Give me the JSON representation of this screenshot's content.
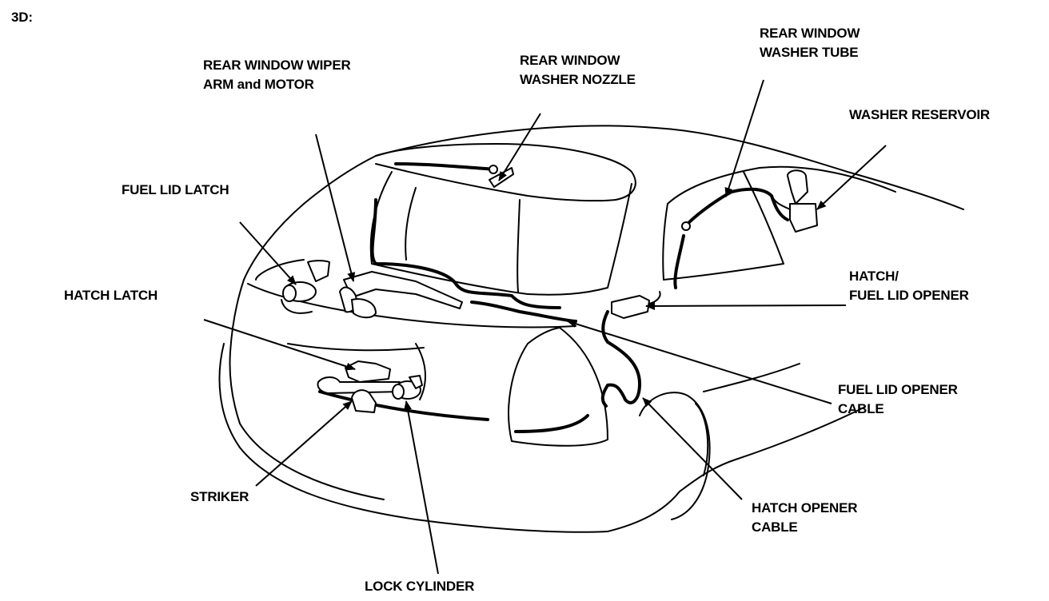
{
  "figure_id": "3D:",
  "labels": {
    "rear_wiper": [
      "REAR WINDOW WIPER",
      "ARM and MOTOR"
    ],
    "washer_nozzle": [
      "REAR WINDOW",
      "WASHER NOZZLE"
    ],
    "washer_tube": [
      "REAR WINDOW",
      "WASHER TUBE"
    ],
    "washer_reservoir": [
      "WASHER RESERVOIR"
    ],
    "fuel_lid_latch": [
      "FUEL LID LATCH"
    ],
    "hatch_latch": [
      "HATCH LATCH"
    ],
    "hatch_fuel_opener": [
      "HATCH/",
      "FUEL LID OPENER"
    ],
    "fuel_lid_cable": [
      "FUEL LID OPENER",
      "CABLE"
    ],
    "striker": [
      "STRIKER"
    ],
    "hatch_opener_cable": [
      "HATCH OPENER",
      "CABLE"
    ],
    "lock_cylinder": [
      "LOCK CYLINDER"
    ]
  }
}
